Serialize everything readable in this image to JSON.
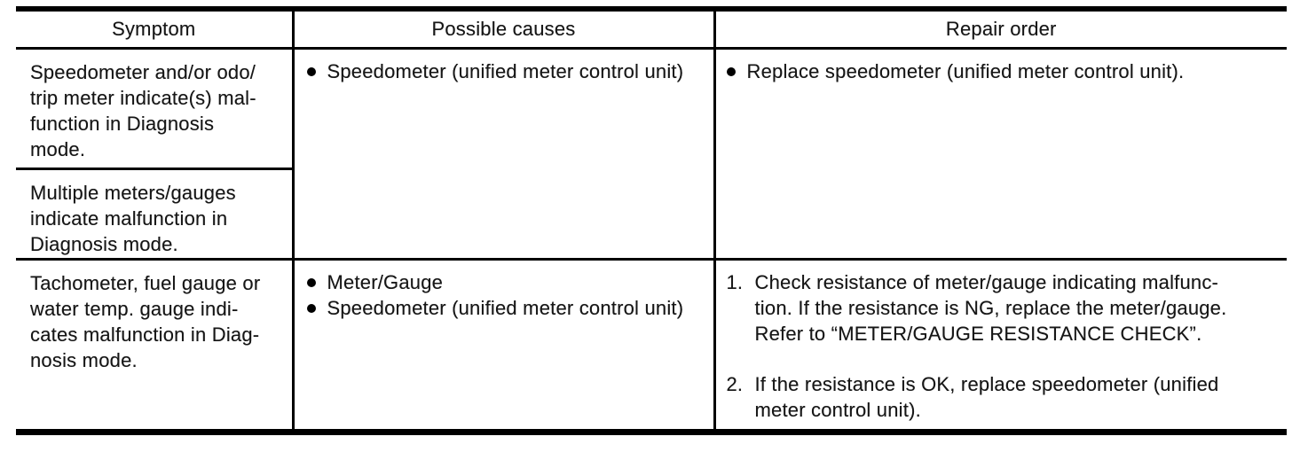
{
  "table": {
    "columns": [
      "Symptom",
      "Possible causes",
      "Repair order"
    ],
    "group1": {
      "symptoms": [
        "Speedometer and/or odo/\ntrip meter indicate(s) mal-\nfunction in Diagnosis\nmode.",
        "Multiple meters/gauges\nindicate malfunction in\nDiagnosis mode."
      ],
      "causes": [
        "Speedometer (unified meter control unit)"
      ],
      "repairs": [
        "Replace speedometer (unified meter control unit)."
      ]
    },
    "group2": {
      "symptoms": [
        "Tachometer, fuel gauge or\nwater temp. gauge indi-\ncates malfunction in Diag-\nnosis mode."
      ],
      "causes": [
        "Meter/Gauge",
        "Speedometer (unified meter control unit)"
      ],
      "repair_steps": [
        {
          "num": "1.",
          "text": "Check resistance of meter/gauge indicating malfunc-\ntion. If the resistance is NG, replace the meter/gauge.\nRefer to “METER/GAUGE RESISTANCE CHECK”."
        },
        {
          "num": "2.",
          "text": "If the resistance is OK, replace speedometer (unified\nmeter control unit)."
        }
      ]
    }
  },
  "colors": {
    "ink": "#161616",
    "rule": "#000000",
    "paper": "#ffffff"
  }
}
